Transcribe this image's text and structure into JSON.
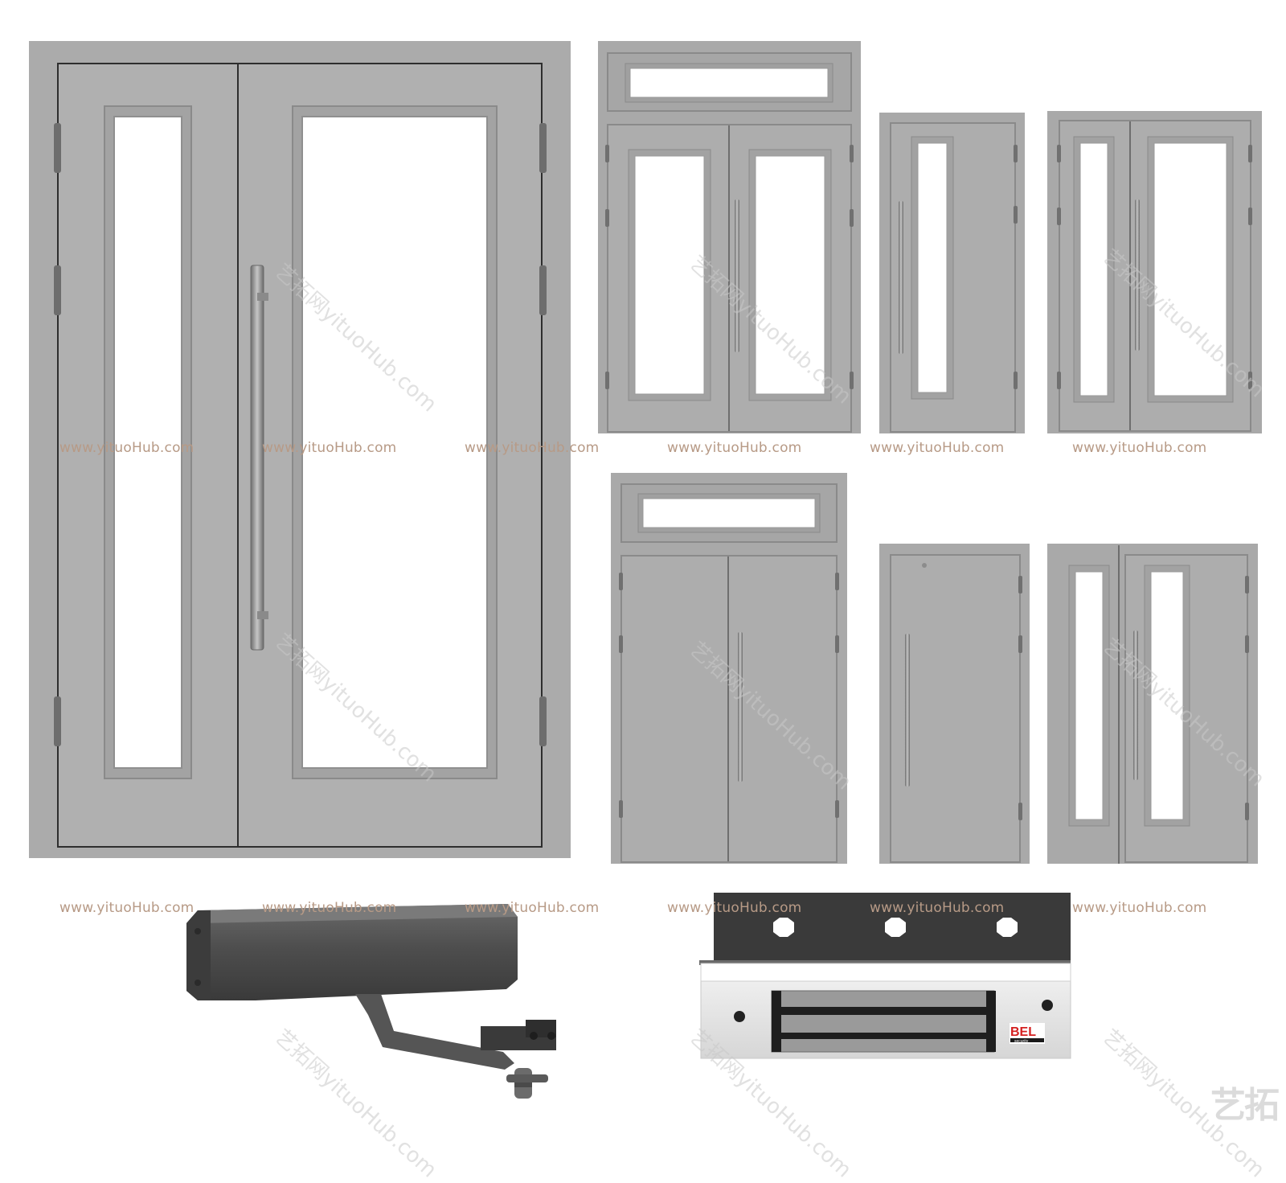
{
  "watermark": {
    "url": "www.yituoHub.com",
    "diagonal": "艺拓网yituoHub.com",
    "corner_logo": "艺拓"
  },
  "brand_label": {
    "name": "BEL",
    "sub": "security"
  },
  "colors": {
    "door_gray": "#a8a8a8",
    "door_light": "#b3b3b3",
    "frame_dark": "#8c8c8c",
    "glass": "#ffffff",
    "hardware_dark": "#4a4a4a",
    "closer_body": "#505050",
    "watermark": "#b79a86",
    "brand_red": "#d42020"
  },
  "items": [
    "double-door-large-glass",
    "double-door-transom-glass",
    "single-door-narrow-glass",
    "double-door-unequal-glass",
    "double-door-transom-solid",
    "single-door-solid",
    "double-door-sidelight-glass",
    "door-closer",
    "magnetic-lock"
  ]
}
